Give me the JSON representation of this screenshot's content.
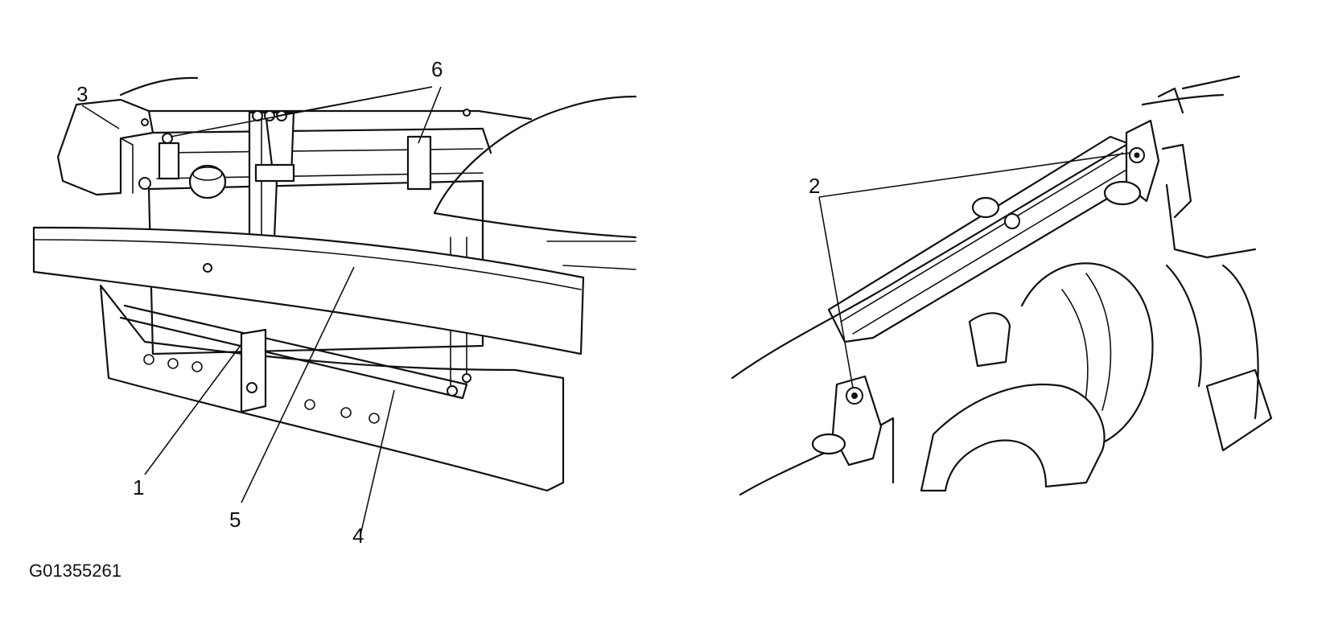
{
  "figure_id": "G01355261",
  "callouts": {
    "c1": "1",
    "c2": "2",
    "c3": "3",
    "c4": "4",
    "c5": "5",
    "c6": "6"
  }
}
